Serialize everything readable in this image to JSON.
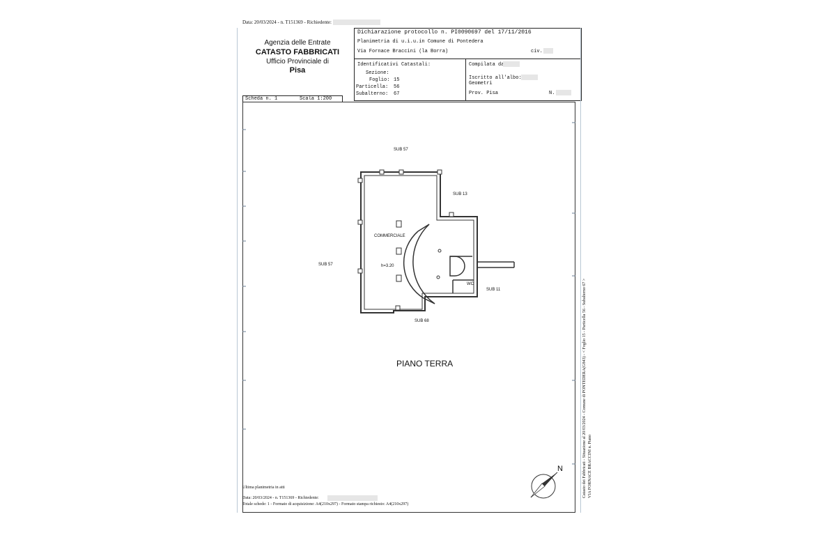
{
  "header_top": "Data: 20/03/2024 - n. T151369 - Richiedente:",
  "agency": {
    "line1": "Agenzia delle Entrate",
    "line2": "CATASTO FABBRICATI",
    "line3": "Ufficio Provinciale di",
    "line4": "Pisa"
  },
  "declaration": {
    "protocol": "Dichiarazione protocollo n. PI0090697 del 17/11/2016",
    "plan": "Planimetria di u.i.u.in Comune di Pontedera",
    "address": "Via Fornace Braccini (la Borra)",
    "civ_label": "civ."
  },
  "identifiers": {
    "title": "Identificativi Catastali:",
    "sezione_label": "Sezione:",
    "foglio_label": "Foglio:",
    "foglio_value": "15",
    "particella_label": "Particella:",
    "particella_value": "56",
    "subalterno_label": "Subalterno:",
    "subalterno_value": "67"
  },
  "compiler": {
    "compilata": "Compilata da:",
    "iscritto": "Iscritto all'albo:",
    "geometri": "Geometri",
    "prov": "Prov. Pisa",
    "n_label": "N."
  },
  "scheda": {
    "label": "Scheda n. 1",
    "scala": "Scala 1:200"
  },
  "plan_labels": {
    "sub57_top": "SUB 57",
    "sub57_left": "SUB 57",
    "sub13": "SUB 13",
    "sub11": "SUB 11",
    "sub68": "SUB 68",
    "commerciale": "COMMERCIALE",
    "height": "h=3.20",
    "wc": "WC",
    "floor": "PIANO TERRA",
    "north": "N"
  },
  "side_text": {
    "line1": "Catasto dei Fabbricati - Situazione al 20/03/2024 - Comune di PONTEDERA(G843) - < Foglio 15 - Particella 56 - Subalterno 67 >",
    "line2": "VIA FORNACE BRACCINI n.       Piano"
  },
  "footer": {
    "ultima": "Ultima planimetria in atti",
    "data": "Data: 20/03/2024 - n. T151369 - Richiedente:",
    "totale": "Totale schede: 1 - Formato di acquisizione: A4(210x297) - Formato stampa richiesto: A4(210x297)"
  }
}
